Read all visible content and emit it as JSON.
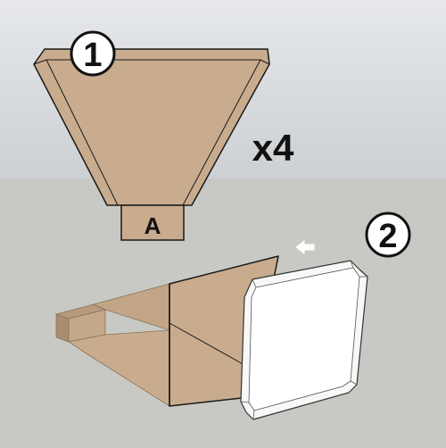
{
  "steps": {
    "step_1": "1",
    "step_2": "2"
  },
  "panel_label": "A",
  "multiplier": "x4",
  "colors": {
    "sky_top": "#e4e6ea",
    "sky_bottom": "#cfd1d3",
    "ground": "#c8c9c4",
    "cardboard": "#c9ac8e",
    "cardboard_shade": "#b89a7c",
    "cardboard_dark": "#a98d70",
    "outline": "#1a1a1a",
    "white_panel": "#ffffff"
  },
  "icons": {
    "arrow": "left-arrow-icon"
  }
}
